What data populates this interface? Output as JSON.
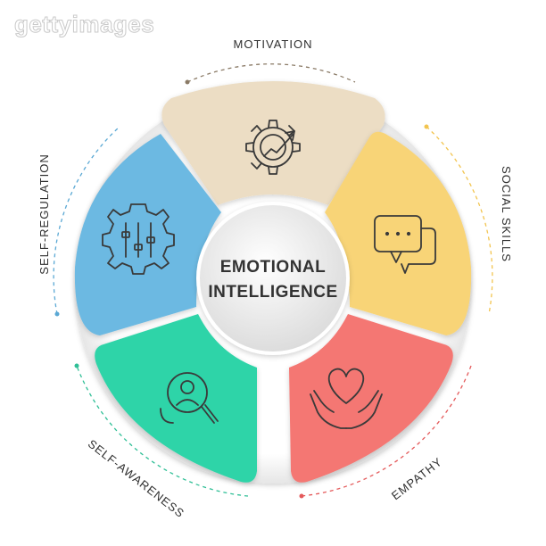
{
  "watermark": "gettyimages",
  "center": {
    "line1": "EMOTIONAL",
    "line2": "INTELLIGENCE"
  },
  "segments": [
    {
      "label": "MOTIVATION",
      "icon": "gear-arrow-icon",
      "color": "#ECDDC4"
    },
    {
      "label": "SOCIAL SKILLS",
      "icon": "chat-bubbles-icon",
      "color": "#F8D477"
    },
    {
      "label": "EMPATHY",
      "icon": "heart-hands-icon",
      "color": "#F47773"
    },
    {
      "label": "SELF-AWARENESS",
      "icon": "magnifier-person-icon",
      "color": "#2FD4A8"
    },
    {
      "label": "SELF-REGULATION",
      "icon": "gear-sliders-icon",
      "color": "#6CB9E2"
    }
  ],
  "colors": {
    "ring": "#f3f3f3",
    "center": "#efefef",
    "text": "#333333"
  }
}
